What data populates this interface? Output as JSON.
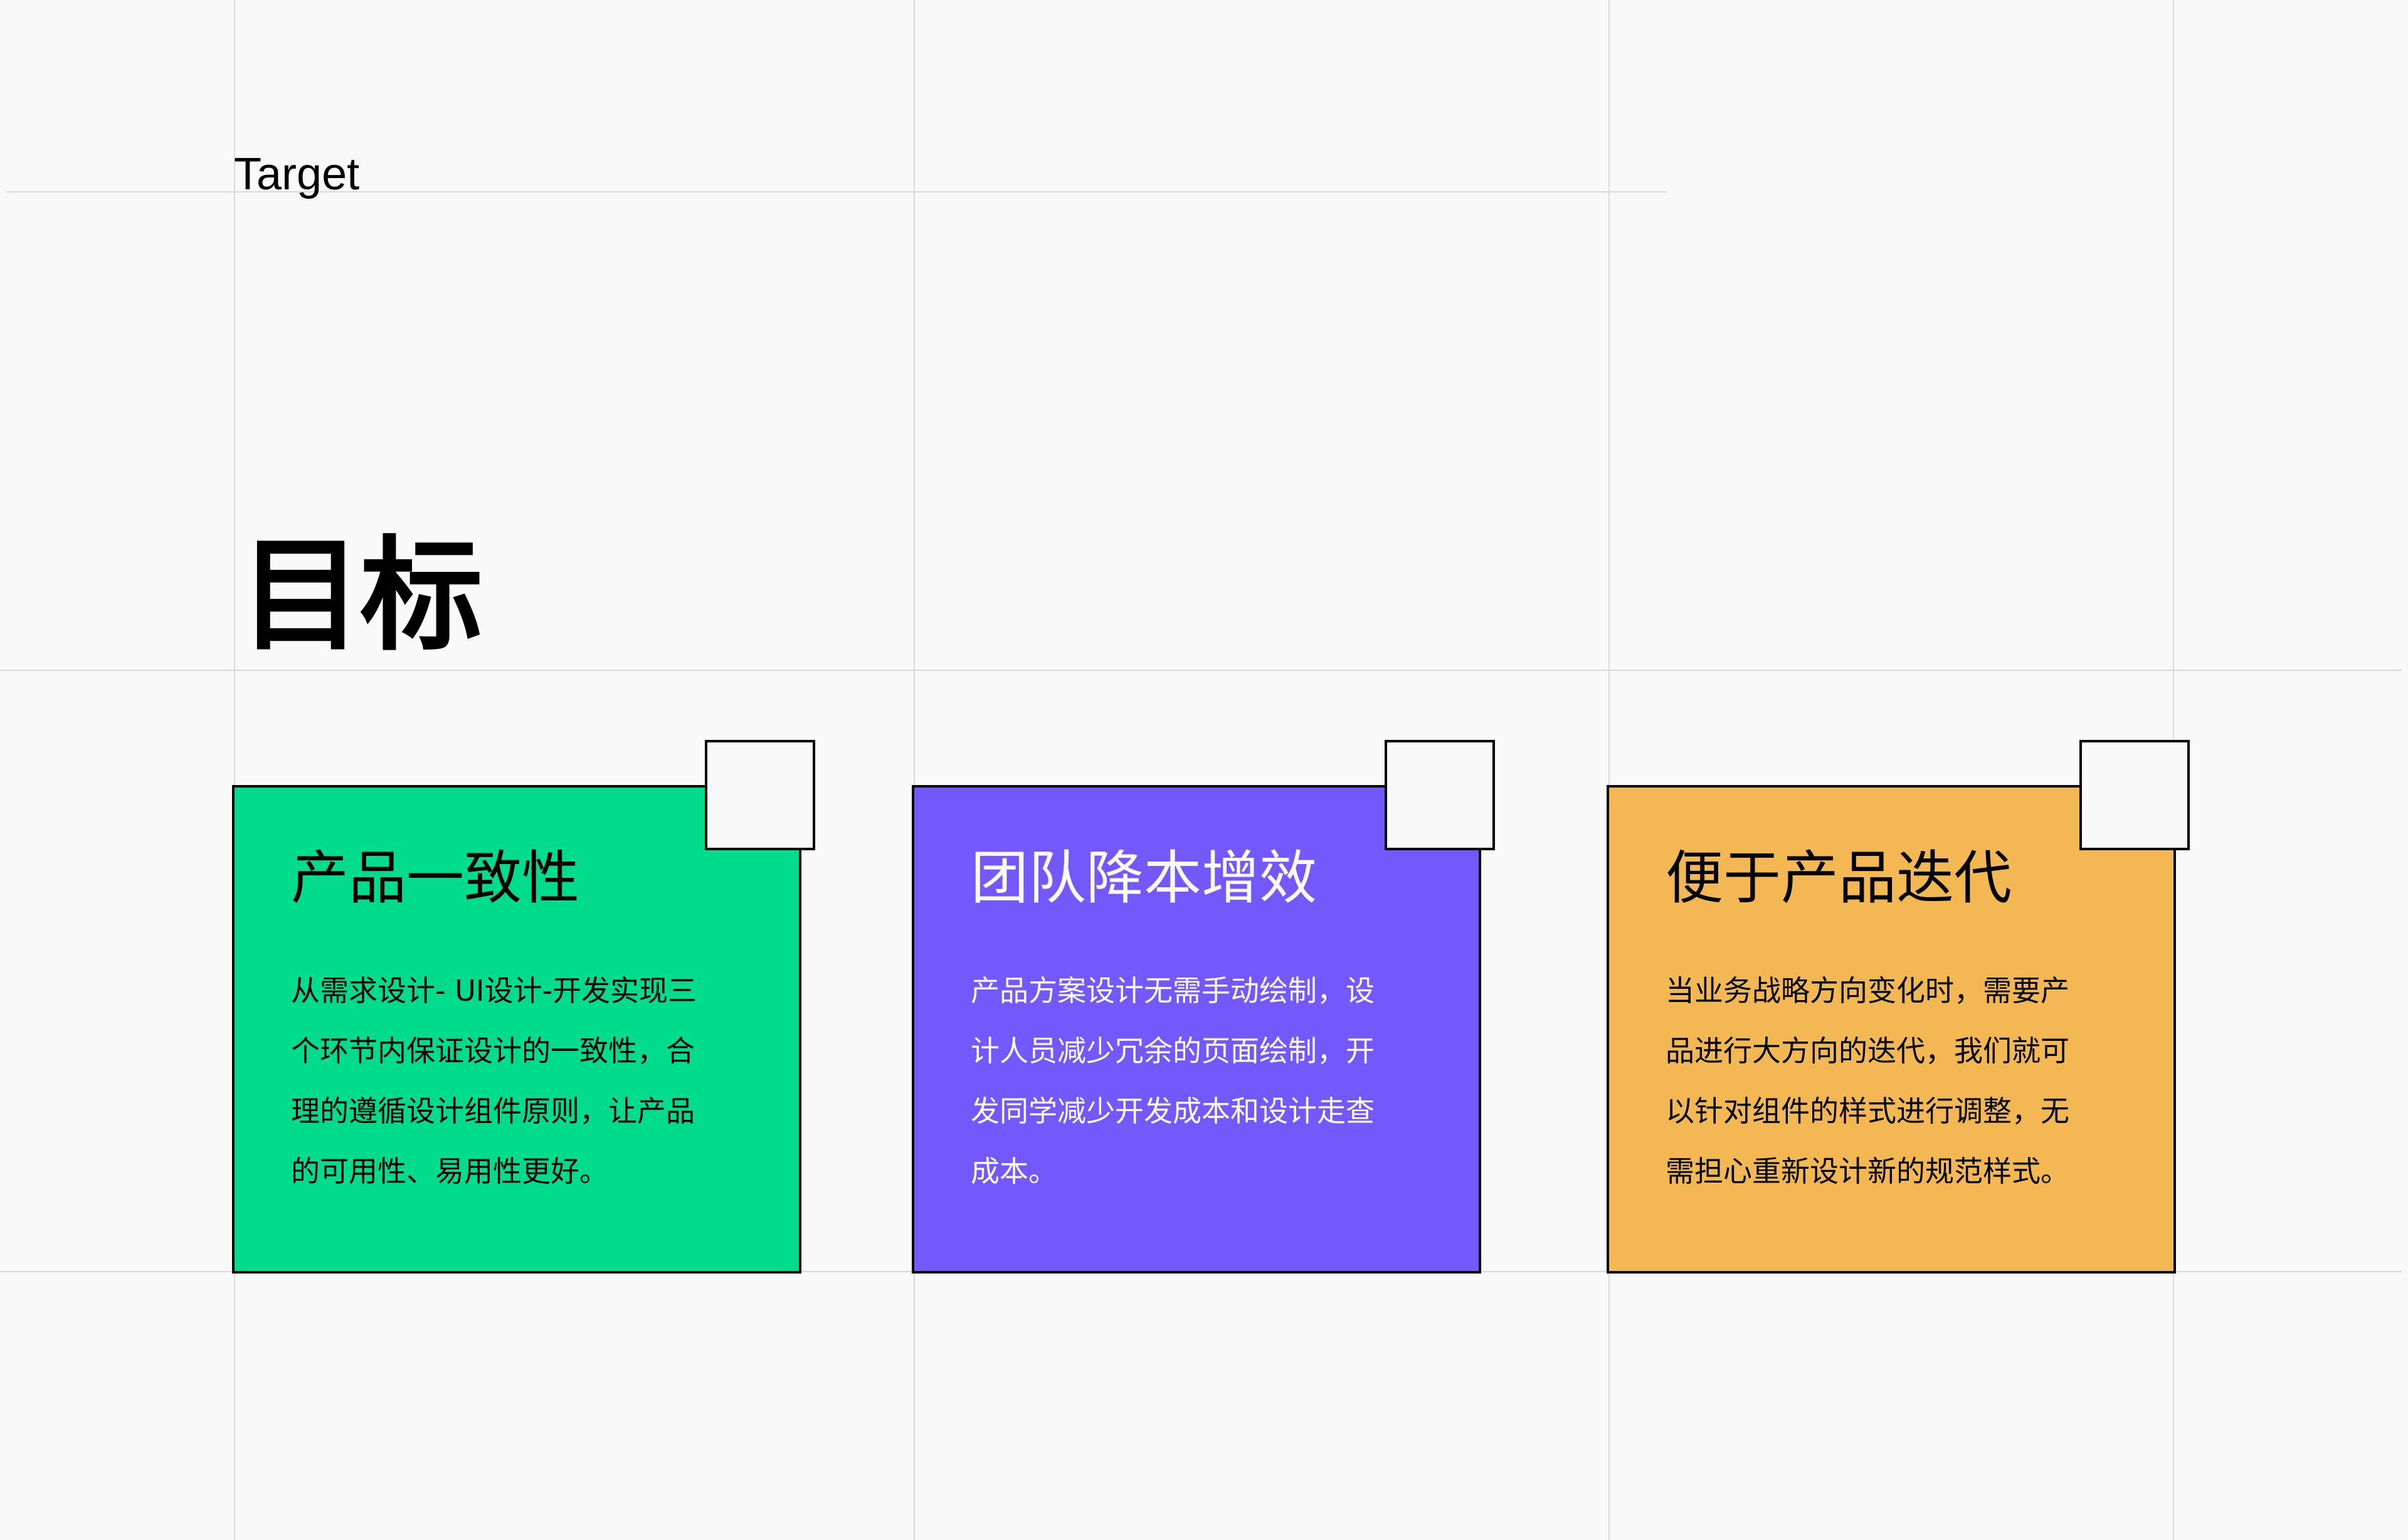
{
  "header": {
    "section_label": "Target",
    "title": "目标"
  },
  "colors": {
    "background": "#F9F9F9",
    "grid_line": "#D9D9D9",
    "card_green": "#00DB8C",
    "card_purple": "#7359FC",
    "card_orange": "#F3B853",
    "border": "#000000"
  },
  "cards": [
    {
      "title": "产品一致性",
      "color": "#00DB8C",
      "text_color": "#000000",
      "lines": [
        "从需求设计- UI设计-开发实现三",
        "个环节内保证设计的一致性，合",
        "理的遵循设计组件原则，让产品",
        "的可用性、易用性更好。"
      ]
    },
    {
      "title": "团队降本增效",
      "color": "#7359FC",
      "text_color": "#F9F9F9",
      "lines": [
        "产品方案设计无需手动绘制，设",
        "计人员减少冗余的页面绘制，开",
        "发同学减少开发成本和设计走查",
        "成本。"
      ]
    },
    {
      "title": "便于产品迭代",
      "color": "#F3B853",
      "text_color": "#000000",
      "lines": [
        "当业务战略方向变化时，需要产",
        "品进行大方向的迭代，我们就可",
        "以针对组件的样式进行调整，无",
        "需担心重新设计新的规范样式。"
      ]
    }
  ]
}
